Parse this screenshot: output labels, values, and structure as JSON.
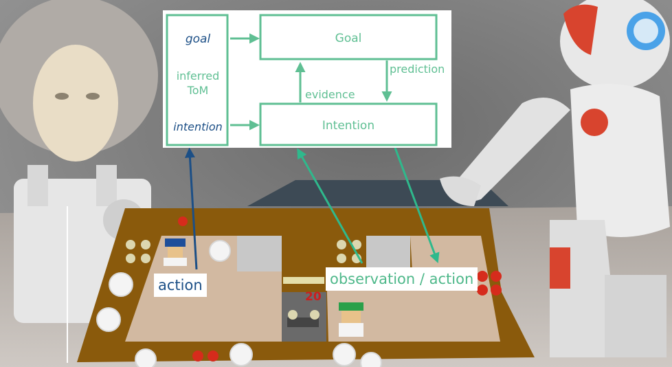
{
  "diagram": {
    "inferred_tom": {
      "goal": "goal",
      "label_line1": "inferred",
      "label_line2": "ToM",
      "intention": "intention"
    },
    "goal_box": "Goal",
    "intention_box": "Intention",
    "prediction": "prediction",
    "evidence": "evidence"
  },
  "game": {
    "timer": "20",
    "action_label": "action",
    "observation_label": "observation / action"
  },
  "colors": {
    "diagram_green": "#5fbf93",
    "arrow_blue": "#1c4f86",
    "arrow_green": "#2fb98c",
    "counter_top": "#8a5a0c",
    "timer_red": "#cc1f1f"
  }
}
